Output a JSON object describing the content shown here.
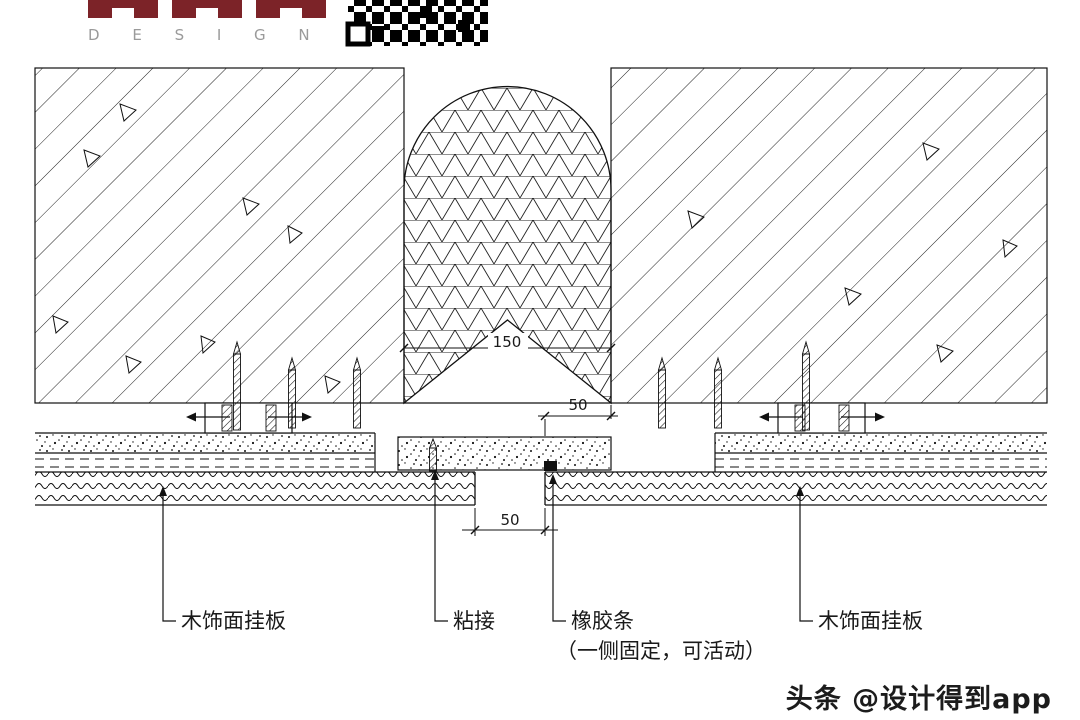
{
  "colors": {
    "brand": "#7c2328",
    "ink": "#1a1a1a"
  },
  "header": {
    "design_label": "D E S I G N"
  },
  "drawing": {
    "dims": {
      "arch_width": "150",
      "edge_offset": "50",
      "joint_gap": "50"
    },
    "callouts": {
      "left_panel": "木饰面挂板",
      "adhesive": "粘接",
      "rubber": "橡胶条",
      "rubber_note": "（一侧固定，可活动）",
      "right_panel": "木饰面挂板"
    }
  },
  "footer": {
    "watermark": "头条 @设计得到app"
  }
}
